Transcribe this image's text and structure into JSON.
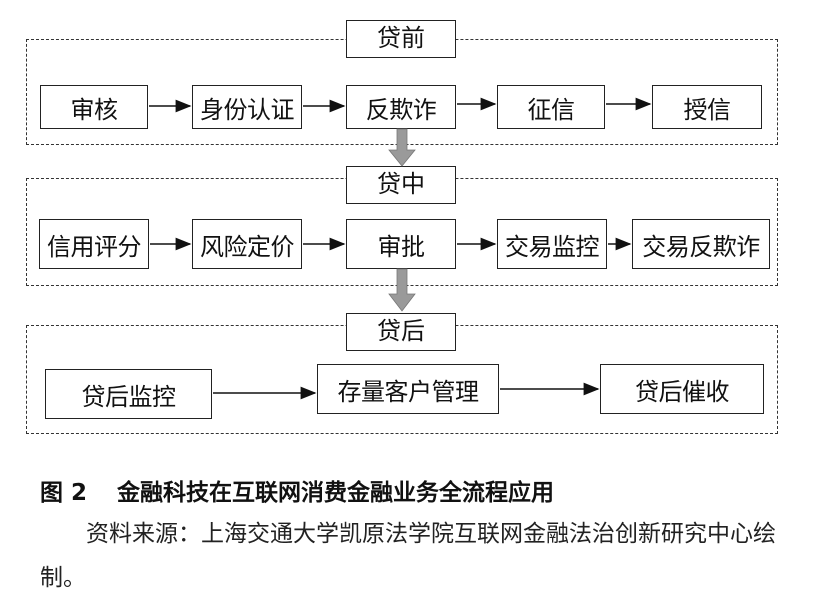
{
  "stages": [
    {
      "label": "贷前",
      "nodes": [
        "审核",
        "身份认证",
        "反欺诈",
        "征信",
        "授信"
      ]
    },
    {
      "label": "贷中",
      "nodes": [
        "信用评分",
        "风险定价",
        "审批",
        "交易监控",
        "交易反欺诈"
      ]
    },
    {
      "label": "贷后",
      "nodes": [
        "贷后监控",
        "存量客户管理",
        "贷后催收"
      ]
    }
  ],
  "caption": {
    "figure_number": "图 2",
    "title": "金融科技在互联网消费金融业务全流程应用"
  },
  "source_note": "资料来源：上海交通大学凯原法学院互联网金融法治创新研究中心绘制。"
}
